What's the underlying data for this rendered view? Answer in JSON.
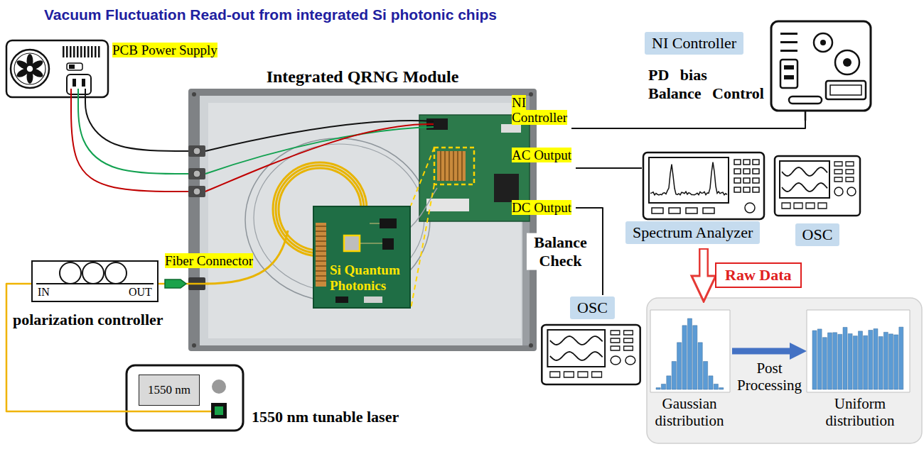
{
  "diagram": {
    "title": "Vacuum Fluctuation Read-out from integrated Si photonic chips",
    "nodes": [
      {
        "text": [
          "PCB Power Supply"
        ]
      },
      {
        "text": [
          "Integrated QRNG Module"
        ]
      },
      {
        "text": [
          "NI Controller"
        ],
        "in": 1
      },
      {
        "text": [
          "AC Output"
        ],
        "in": 1
      },
      {
        "text": [
          "DC Output"
        ],
        "in": 1
      },
      {
        "text": [
          "Fiber Connector"
        ],
        "in": 1
      },
      {
        "text": [
          "Si Quantum Photonics"
        ],
        "in": 1
      },
      {
        "text": [
          "NI Controller",
          "PD bias Balance Control"
        ]
      },
      {
        "text": [
          "Spectrum Analyzer"
        ]
      },
      {
        "text": [
          "OSC"
        ]
      },
      {
        "text": [
          "OSC"
        ]
      },
      {
        "text": [
          "Gaussian distribution"
        ]
      },
      {
        "text": [
          "Uniform distribution"
        ]
      },
      {
        "text": [
          "IN",
          "OUT",
          "polarization controller"
        ]
      },
      {
        "text": [
          "1550 nm",
          "1550 nm tunable laser"
        ]
      }
    ],
    "edges": [
      {
        "from": 0,
        "to": 1,
        "arrow": "none"
      },
      {
        "from": 0,
        "to": 1,
        "arrow": "none"
      },
      {
        "from": 0,
        "to": 1,
        "arrow": "none"
      },
      {
        "from": 2,
        "to": 7,
        "arrow": "none"
      },
      {
        "from": 3,
        "to": 8,
        "arrow": "none"
      },
      {
        "from": 4,
        "to": 10,
        "label": "Balance Check",
        "arrow": "none"
      },
      {
        "from": 8,
        "to": 11,
        "label": "Raw Data",
        "arrow": "to"
      },
      {
        "from": 11,
        "to": 12,
        "label": "Post Processing",
        "arrow": "to"
      },
      {
        "from": 14,
        "to": 13,
        "arrow": "none"
      },
      {
        "from": 13,
        "to": 5,
        "arrow": "none"
      }
    ]
  }
}
